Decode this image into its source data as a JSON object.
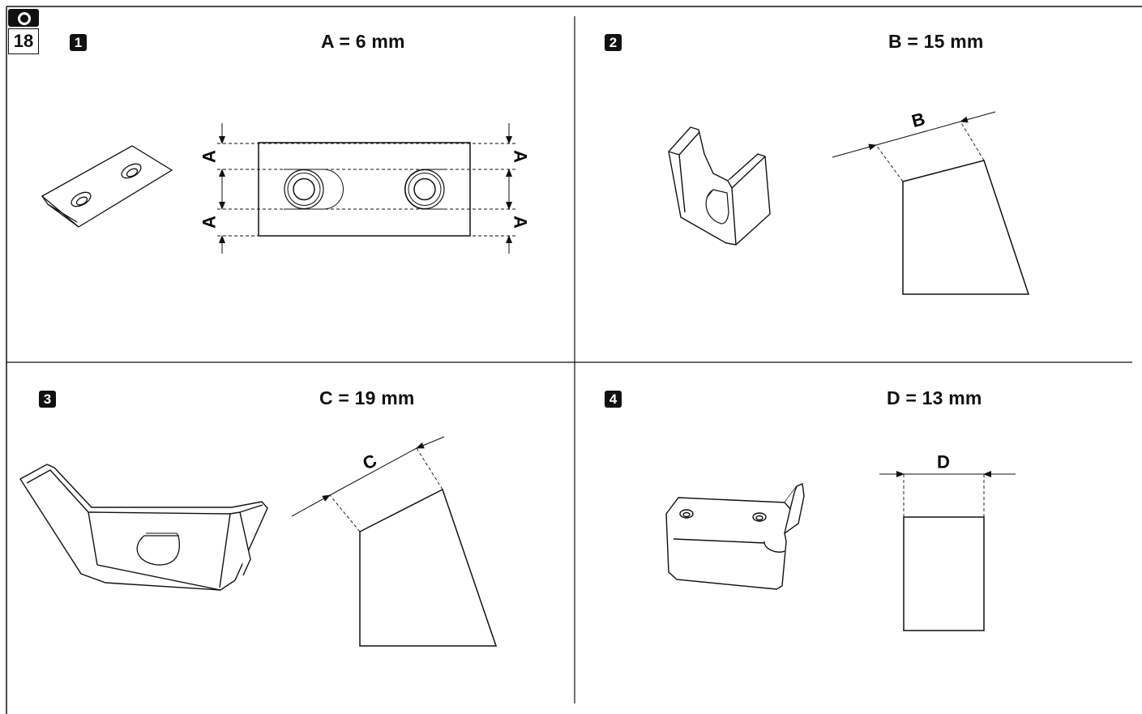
{
  "figure": {
    "number": "18",
    "icon": "camera-icon"
  },
  "panels": [
    {
      "id": "1",
      "equation": "A = 6 mm",
      "dim_label": "A"
    },
    {
      "id": "2",
      "equation": "B = 15 mm",
      "dim_label": "B"
    },
    {
      "id": "3",
      "equation": "C = 19 mm",
      "dim_label": "C"
    },
    {
      "id": "4",
      "equation": "D = 13 mm",
      "dim_label": "D"
    }
  ]
}
